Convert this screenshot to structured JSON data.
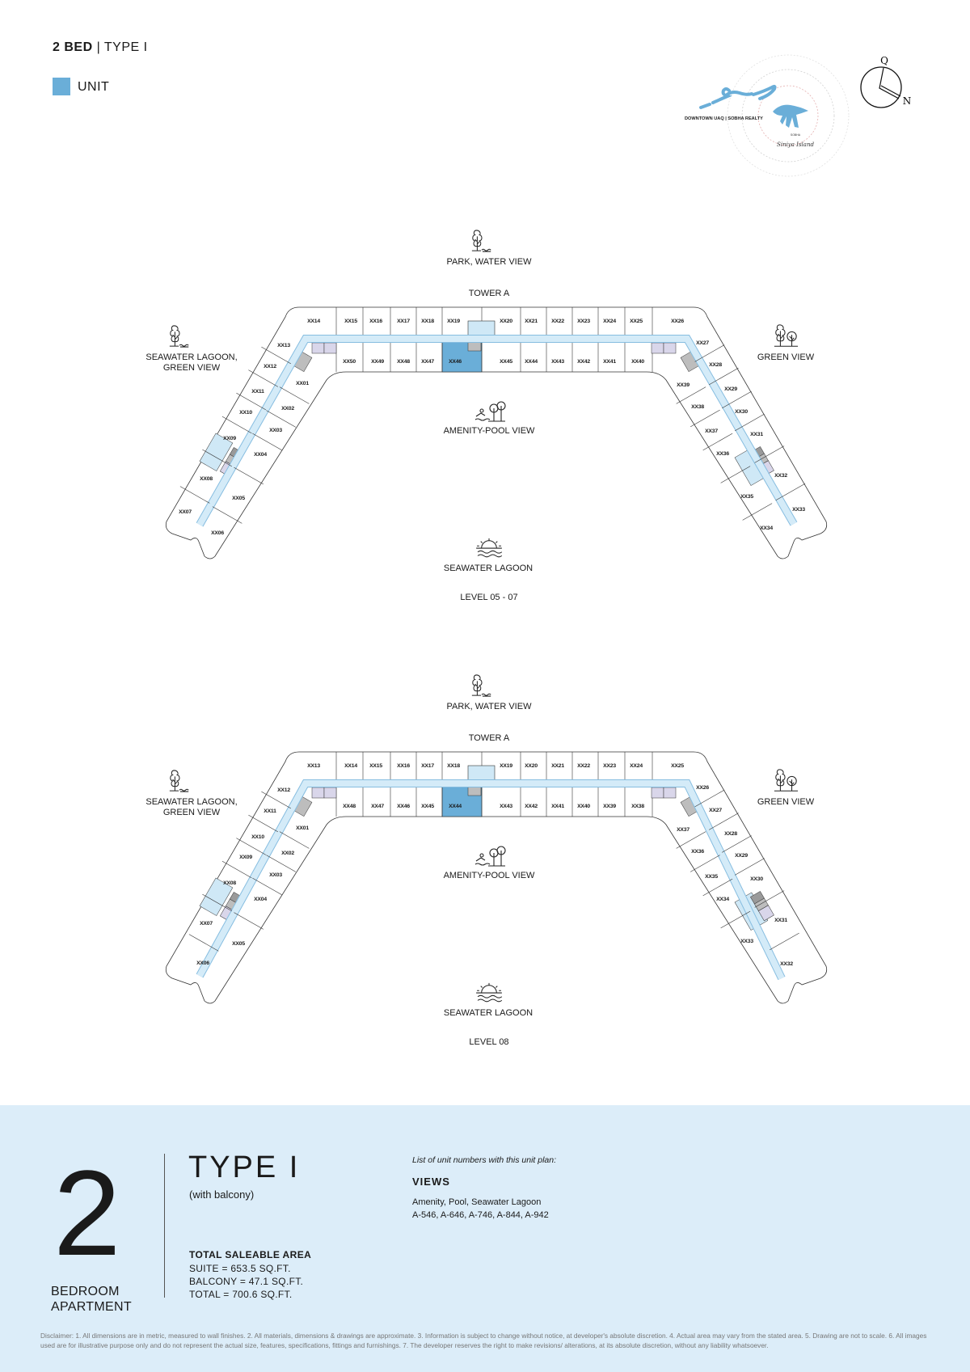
{
  "header": {
    "title_bold": "2 BED",
    "title_rest": "| TYPE I",
    "legend_label": "UNIT",
    "legend_color": "#6aaed8"
  },
  "logo": {
    "caption": "DOWNTOWN UAQ | SOBHA REALTY",
    "brand_small": "SOBHA",
    "brand_script": "Siniya Island"
  },
  "compass": {
    "top": "Q",
    "right": "N"
  },
  "colors": {
    "unit": "#6aaed8",
    "corridor": "#d4ebf8",
    "corridor_edge": "#86bde0",
    "core": "#cfe8f6",
    "stair": "#d9d6ea",
    "lift": "#bdbdbd",
    "panel": "#dcedf9"
  },
  "plans": [
    {
      "tower": "TOWER A",
      "level": "LEVEL 05 - 07",
      "views": {
        "top": "PARK, WATER VIEW",
        "left_line1": "SEAWATER LAGOON,",
        "left_line2": "GREEN VIEW",
        "right": "GREEN VIEW",
        "center": "AMENITY-POOL VIEW",
        "bottom": "SEAWATER LAGOON"
      },
      "highlighted": "XX46",
      "top_row": [
        "XX14",
        "XX15",
        "XX16",
        "XX17",
        "XX18",
        "XX19",
        "XX20",
        "XX21",
        "XX22",
        "XX23",
        "XX24",
        "XX25",
        "XX26"
      ],
      "bottom_row": [
        "XX50",
        "XX49",
        "XX48",
        "XX47",
        "XX46",
        "XX45",
        "XX44",
        "XX43",
        "XX42",
        "XX41",
        "XX40"
      ],
      "left_outer": [
        "XX13",
        "XX12",
        "XX11",
        "XX10",
        "XX09",
        "XX08",
        "XX07"
      ],
      "left_inner": [
        "XX01",
        "XX02",
        "XX03",
        "XX04",
        "XX05",
        "XX06"
      ],
      "right_outer": [
        "XX27",
        "XX28",
        "XX29",
        "XX30",
        "XX31",
        "XX32",
        "XX33"
      ],
      "right_inner": [
        "XX39",
        "XX38",
        "XX37",
        "XX36",
        "XX35",
        "XX34"
      ]
    },
    {
      "tower": "TOWER A",
      "level": "LEVEL 08",
      "views": {
        "top": "PARK, WATER VIEW",
        "left_line1": "SEAWATER LAGOON,",
        "left_line2": "GREEN VIEW",
        "right": "GREEN VIEW",
        "center": "AMENITY-POOL VIEW",
        "bottom": "SEAWATER LAGOON"
      },
      "highlighted": "XX44",
      "top_row": [
        "XX13",
        "XX14",
        "XX15",
        "XX16",
        "XX17",
        "XX18",
        "XX19",
        "XX20",
        "XX21",
        "XX22",
        "XX23",
        "XX24",
        "XX25"
      ],
      "bottom_row": [
        "XX48",
        "XX47",
        "XX46",
        "XX45",
        "XX44",
        "XX43",
        "XX42",
        "XX41",
        "XX40",
        "XX39",
        "XX38"
      ],
      "left_outer": [
        "XX12",
        "XX11",
        "XX10",
        "XX09",
        "XX08",
        "XX07",
        "XX06"
      ],
      "left_inner": [
        "XX01",
        "XX02",
        "XX03",
        "XX04",
        "XX05"
      ],
      "right_outer": [
        "XX26",
        "XX27",
        "XX28",
        "XX29",
        "XX30",
        "XX31",
        "XX32"
      ],
      "right_inner": [
        "XX37",
        "XX36",
        "XX35",
        "XX34",
        "XX33"
      ]
    }
  ],
  "info": {
    "bedrooms": "2",
    "bedroom_line1": "BEDROOM",
    "bedroom_line2": "APARTMENT",
    "type": "TYPE I",
    "subtitle": "(with balcony)",
    "area_heading": "TOTAL SALEABLE AREA",
    "suite": "SUITE = 653.5 SQ.FT.",
    "balcony": "BALCONY = 47.1 SQ.FT.",
    "total": "TOTAL = 700.6 SQ.FT.",
    "list_heading": "List of unit numbers with this unit plan:",
    "views_heading": "VIEWS",
    "views_name": "Amenity, Pool, Seawater Lagoon",
    "views_units": "A-546, A-646, A-746, A-844, A-942"
  },
  "disclaimer": "Disclaimer: 1. All dimensions are in metric, measured to wall finishes. 2. All materials, dimensions & drawings are approximate. 3. Information is subject to change without notice, at developer's absolute discretion. 4. Actual area may vary from the stated area. 5. Drawing are not to scale. 6. All images used are for illustrative purpose only and do not represent the actual size, features, specifications, fittings and furnishings. 7. The developer reserves the right to make revisions/ alterations, at its absolute discretion, without any liability whatsoever."
}
